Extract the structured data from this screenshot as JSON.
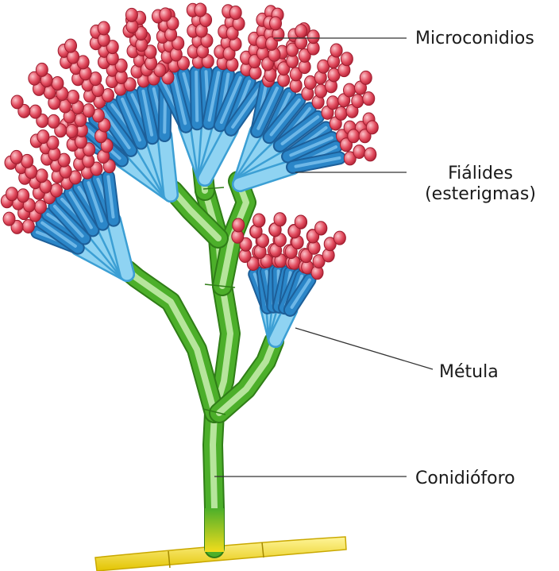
{
  "labels": {
    "microconidios": "Microconidios",
    "fialides_line1": "Fiálides",
    "fialides_line2": "(esterigmas)",
    "metula": "Métula",
    "conidioforo": "Conidióforo"
  },
  "colors": {
    "hypha": "#f2dc1c",
    "stalk": "#4caf2a",
    "stalk_highlight": "#c9efb0",
    "metula": "#8fd3f2",
    "phialide": "#2b86c8",
    "phialide_highlight": "#7fc4ef",
    "conidium": "#d83a4e",
    "conidium_highlight": "#f7a9b2",
    "leader_line": "#333333"
  }
}
